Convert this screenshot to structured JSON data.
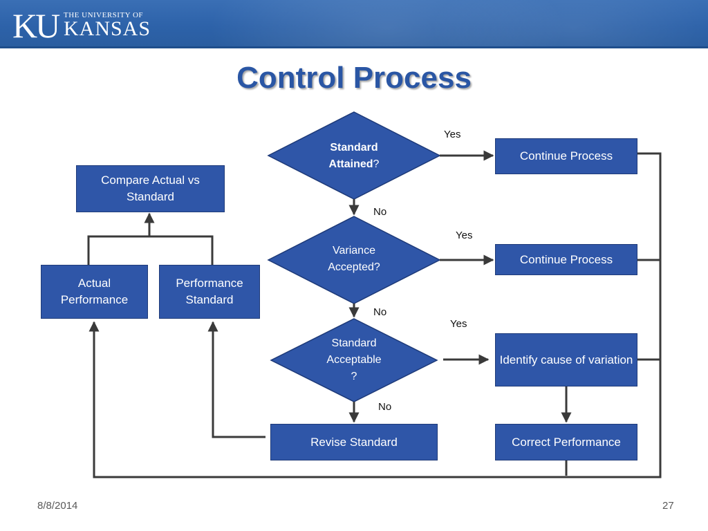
{
  "header": {
    "logo_mark": "KU",
    "logo_line1": "THE UNIVERSITY OF",
    "logo_line2": "KANSAS"
  },
  "title": "Control Process",
  "nodes": {
    "compare": "Compare Actual vs Standard",
    "actual": "Actual Performance",
    "performance_standard": "Performance Standard",
    "decision1_part1": "Standard",
    "decision1_part2": "Attained",
    "decision1_part3": "?",
    "decision2": "Variance Accepted?",
    "decision3_line1": "Standard",
    "decision3_line2": "Acceptable",
    "decision3_line3": "?",
    "continue1": "Continue Process",
    "continue2": "Continue Process",
    "identify": "Identify cause of variation",
    "revise": "Revise Standard",
    "correct": "Correct Performance"
  },
  "labels": {
    "yes1": "Yes",
    "no1": "No",
    "yes2": "Yes",
    "no2": "No",
    "yes3": "Yes",
    "no3": "No"
  },
  "footer": {
    "date": "8/8/2014",
    "page": "27"
  },
  "colors": {
    "box_fill": "#2f56a8",
    "title": "#2a56a4",
    "line": "#3a3a3a",
    "banner": "#2d62a9"
  }
}
